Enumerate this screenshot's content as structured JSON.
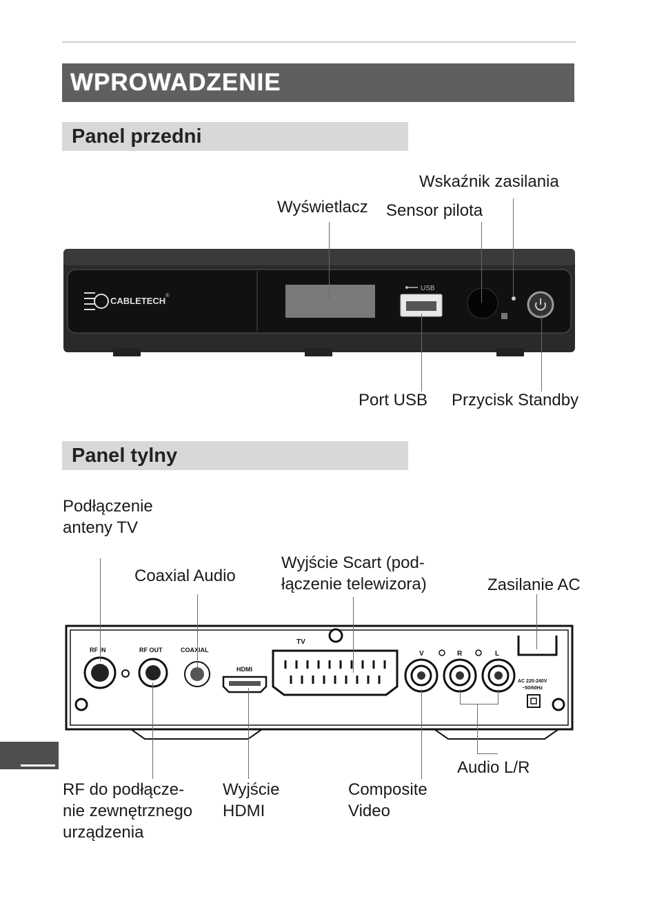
{
  "header": {
    "title": "WPROWADZENIE"
  },
  "front_panel": {
    "heading": "Panel przedni",
    "labels": {
      "display": "Wyświetlacz",
      "power_indicator": "Wskaźnik zasilania",
      "remote_sensor": "Sensor pilota",
      "usb_port": "Port USB",
      "standby_button": "Przycisk Standby"
    },
    "device": {
      "brand": "CABLETECH",
      "usb_text": "USB"
    }
  },
  "rear_panel": {
    "heading": "Panel tylny",
    "labels": {
      "antenna": [
        "Podłączenie",
        "anteny TV"
      ],
      "coaxial_audio": "Coaxial Audio",
      "scart": [
        "Wyjście Scart (pod-",
        "łączenie telewizora)"
      ],
      "ac_power": "Zasilanie AC",
      "audio_lr": "Audio L/R",
      "rf_out": [
        "RF do podłącze-",
        "nie zewnętrznego",
        "urządzenia"
      ],
      "hdmi": [
        "Wyjście",
        "HDMI"
      ],
      "composite": [
        "Composite",
        "Video"
      ]
    },
    "device": {
      "rf_in": "RF IN",
      "rf_out": "RF OUT",
      "coaxial": "COAXIAL",
      "hdmi": "HDMI",
      "tv": "TV",
      "v": "V",
      "r": "R",
      "l": "L",
      "ac_line1": "AC 220-240V",
      "ac_line2": "~50/60Hz"
    }
  }
}
